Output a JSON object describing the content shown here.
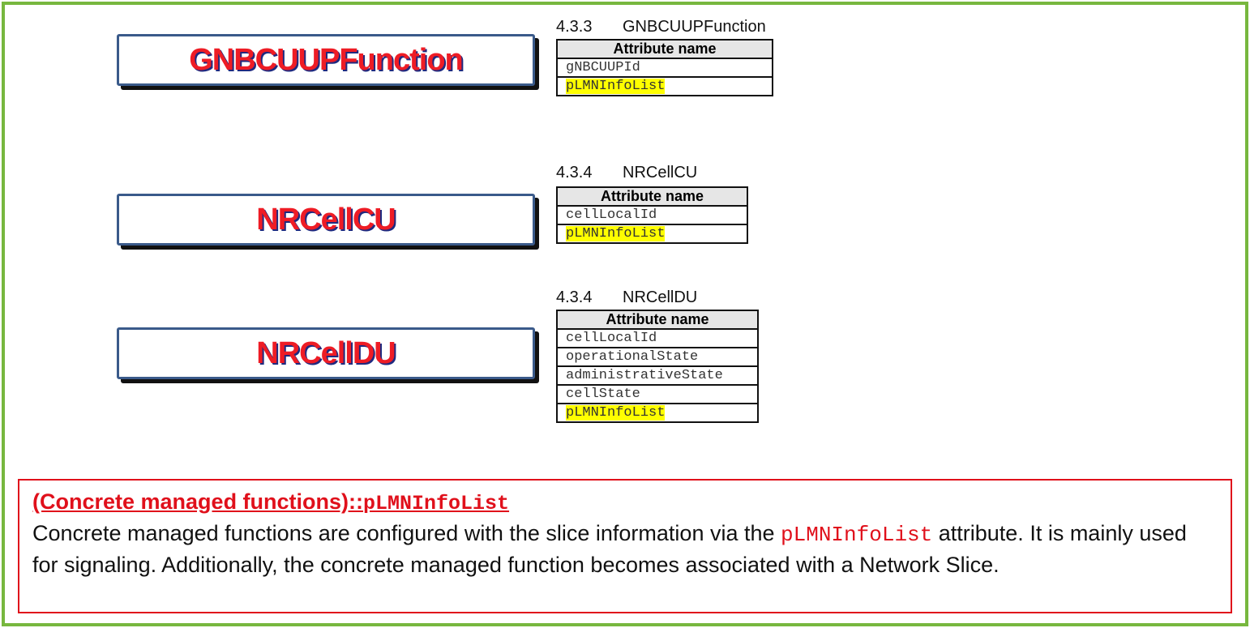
{
  "functions": [
    {
      "name": "GNBCUUPFunction",
      "section_num": "4.3.3",
      "section_title": "GNBCUUPFunction",
      "header": "Attribute name",
      "attributes": [
        "gNBCUUPId",
        "pLMNInfoList"
      ]
    },
    {
      "name": "NRCellCU",
      "section_num": "4.3.4",
      "section_title": "NRCellCU",
      "header": "Attribute name",
      "attributes": [
        "cellLocalId",
        "pLMNInfoList"
      ]
    },
    {
      "name": "NRCellDU",
      "section_num": "4.3.4",
      "section_title": "NRCellDU",
      "header": "Attribute name",
      "attributes": [
        "cellLocalId",
        "operationalState",
        "administrativeState",
        "cellState",
        "pLMNInfoList"
      ]
    }
  ],
  "note": {
    "title_prefix": "(Concrete managed functions)::",
    "title_attr": "pLMNInfoList",
    "body_before": "Concrete managed functions are configured with the slice information via the ",
    "body_attr": "pLMNInfoList",
    "body_after": " attribute. It is mainly used for signaling. Additionally, the concrete managed function becomes associated with a Network Slice."
  },
  "colors": {
    "frame": "#77b73e",
    "class_text": "#ee1c25",
    "class_text_shadow": "#1f2a80",
    "class_border": "#3a5a8a",
    "highlight": "#ffff00",
    "note_accent": "#e0101b"
  }
}
